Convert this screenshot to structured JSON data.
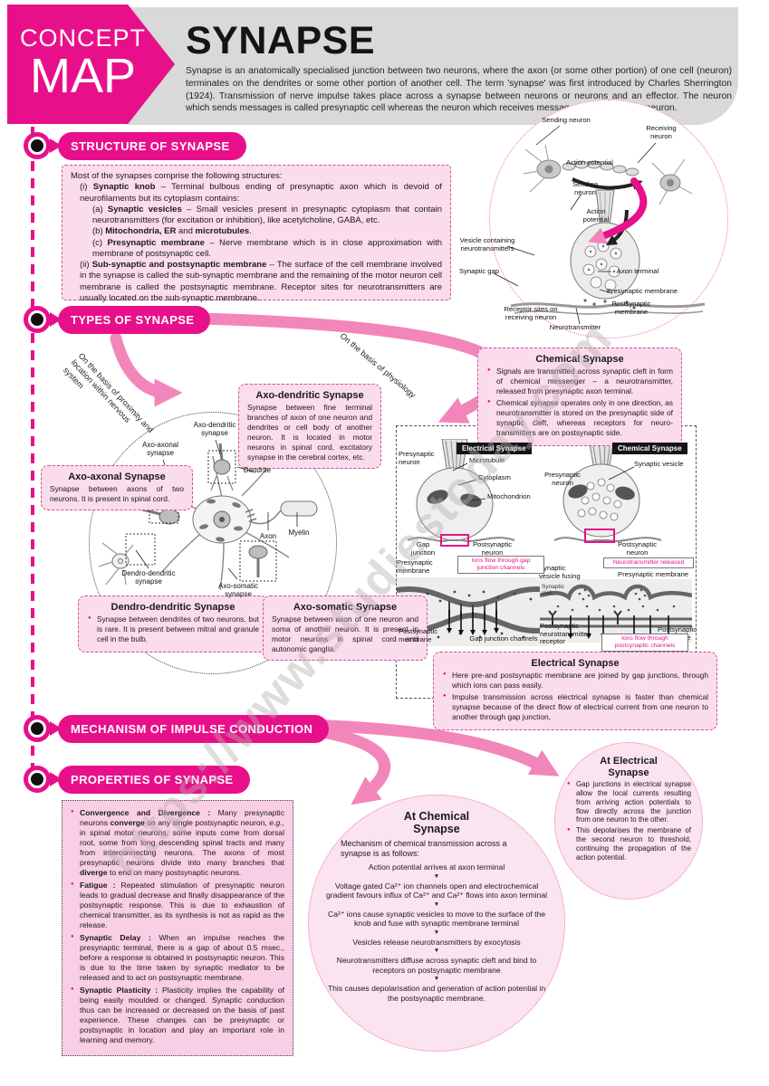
{
  "brand": {
    "line1": "CONCEPT",
    "line2": "MAP"
  },
  "header": {
    "title": "SYNAPSE",
    "intro": "Synapse is an anatomically specialised junction between two neurons, where the axon (or some other portion) of one cell (neuron) terminates on the dendrites or some other portion of another cell. The term 'synapse' was first introduced by Charles Sherrington (1924). Transmission of nerve impulse takes place across a synapse between neurons or neurons and an effector. The neuron which sends messages is called presynaptic cell whereas the neuron which receives messages is postsynaptic neuron."
  },
  "watermark": "https://www.studiestoday.com",
  "structure": {
    "heading": "STRUCTURE OF SYNAPSE",
    "lines": [
      {
        "segs": [
          "Most of the synapses comprise the following structures:"
        ]
      },
      {
        "cls": "ind1",
        "segs": [
          "(i) ",
          {
            "b": "Synaptic knob"
          },
          " – Terminal bulbous ending of presynaptic axon which is devoid of neurofilaments but its cytoplasm contains:"
        ]
      },
      {
        "cls": "ind2",
        "segs": [
          "(a)  ",
          {
            "b": "Synaptic vesicles"
          },
          " – Small vesicles present in presynaptic cytoplasm that contain neurotransmitters (for excitation or inhibition), like acetylcholine, GABA, etc."
        ]
      },
      {
        "cls": "ind2",
        "segs": [
          "(b)  ",
          {
            "b": "Mitochondria, ER"
          },
          " and ",
          {
            "b": "microtubules"
          },
          "."
        ]
      },
      {
        "cls": "ind2",
        "segs": [
          "(c)  ",
          {
            "b": "Presynaptic membrane"
          },
          " – Nerve membrane which is in close approximation with membrane of postsynaptic cell."
        ]
      },
      {
        "cls": "ind1",
        "segs": [
          "(ii) ",
          {
            "b": "Sub-synaptic and postsynaptic membrane"
          },
          " – The surface of the cell membrane involved in the synapse is called the sub-synaptic membrane and the remaining of the motor neuron cell membrane is called the postsynaptic membrane. Receptor sites for neurotransmitters are usually located on the sub-synaptic membrane."
        ]
      }
    ]
  },
  "overview": {
    "labels": {
      "sending1": "Sending neuron",
      "receiving": "Receiving neuron",
      "ap1": "Action potential",
      "sending2": "Sending neuron",
      "ap2": "Action potential",
      "vesicle": "Vesicle containing neurotransmitters",
      "gap": "Synaptic gap",
      "axterm": "Axon terminal",
      "prem": "Presynaptic membrane",
      "postm": "Postsynaptic membrane",
      "receptor": "Receptor sites on receiving neuron",
      "nt": "Neurotransmitter"
    }
  },
  "types": {
    "heading": "TYPES OF SYNAPSE",
    "arrow_label_left": "On the basis of proximity and location within nervous system",
    "arrow_label_right": "On the basis of physiology",
    "boxes": {
      "axo_dendritic": {
        "title": "Axo-dendritic Synapse",
        "body": "Synapse between fine terminal branches of axon of one neuron and dendrites or cell body of another neuron. It is located in motor neurons in spinal cord, excitatory synapse in the cerebral cortex, etc."
      },
      "axo_axonal": {
        "title": "Axo-axonal Synapse",
        "body": "Synapse between axons of two neurons. It is present in spinal cord."
      },
      "dendro_dendritic": {
        "title": "Dendro-dendritic Synapse",
        "body": "Synapse between dendrites of two neurons, but is rare. It is present between mitral and granule cell in the bulb."
      },
      "axo_somatic": {
        "title": "Axo-somatic Synapse",
        "body": "Synapse between axon of one neuron and soma of another neuron. It is present in motor neurons in spinal cord and autonomic ganglia."
      }
    },
    "diagram_labels": {
      "axodend": "Axo-dendritic synapse",
      "axoaxon": "Axo-axonal synapse",
      "dendrite": "Dendrite",
      "axon": "Axon",
      "myelin": "Myelin",
      "dendro": "Dendro-dendritic synapse",
      "axosoma": "Axo-somatic synapse"
    }
  },
  "chemical_box": {
    "title": "Chemical Synapse",
    "bullets": [
      "Signals are transmitted across synaptic cleft in form of chemical messenger – a neurotransmitter, released from presynaptic axon terminal.",
      "Chemical synapse operates only in one direction, as neurotransmitter is stored on the presynaptic side of synaptic cleft, whereas receptors for neuro-transmitters are on postsynaptic side."
    ]
  },
  "electrical_box": {
    "title": "Electrical Synapse",
    "bullets": [
      "Here pre-and postsynaptic membrane are joined by gap junctions, through which ions can pass easily.",
      "Impulse transmission across electrical synapse is faster than chemical synapse because of the direct flow of electrical current from one neuron to another through gap junction,"
    ]
  },
  "md": {
    "e_tag": "Electrical Synapse",
    "e": {
      "presyn": "Presynaptic neuron",
      "micro": "Microtubule",
      "cyto": "Cytoplasm",
      "mito": "Mitochondrion",
      "gapj": "Gap junction",
      "postn": "Postsynaptic neuron",
      "ions": "Ions flow through gap junction channels",
      "prem": "Presynaptic membrane",
      "postm": "Postsynaptic membrane",
      "gapc": "Gap junction channels"
    },
    "c_tag": "Chemical Synapse",
    "c": {
      "presyn": "Presynaptic neuron",
      "ves": "Synaptic vesicle",
      "postn": "Postsynaptic neuron",
      "fusing": "Synaptic vesicle fusing",
      "ntrel": "Neurotransmitter released",
      "prem": "Presynaptic membrane",
      "cleft": "Synaptic cleft",
      "rec": "Postsynaptic neurotransmitter receptor",
      "ions": "Ions flow through postsynaptic channels",
      "postm": "Postsynaptic membrane"
    }
  },
  "mechanism": {
    "heading": "MECHANISM OF IMPULSE CONDUCTION"
  },
  "properties": {
    "heading": "PROPERTIES OF SYNAPSE",
    "items": [
      {
        "segs": [
          {
            "b": "Convergence and Divergence : "
          },
          "Many presynaptic neurons ",
          {
            "b": "converge"
          },
          " on any single postsynaptic neuron, ",
          {
            "i": "e.g.,"
          },
          " in spinal motor neurons, some inputs come from dorsal root, some from long descending spinal tracts and many from interconnecting neurons. The axons of most presynaptic neurons divide into many branches that ",
          {
            "b": "diverge"
          },
          " to end on many postsynaptic neurons."
        ]
      },
      {
        "segs": [
          {
            "b": "Fatigue : "
          },
          "Repeated stimulation of presynaptic neuron leads to gradual decrease and finally disappearance of the postsynaptic response. This is due to exhaustion of chemical transmitter, as its synthesis is not as rapid as the release."
        ]
      },
      {
        "segs": [
          {
            "b": "Synaptic Delay : "
          },
          "When an impulse reaches the presynaptic terminal, there is a gap of about 0.5 msec., before a response is obtained in postsynaptic neuron. This is due to the time taken by synaptic mediator to be released and to act on postsynaptic membrane."
        ]
      },
      {
        "segs": [
          {
            "b": "Synaptic Plasticity : "
          },
          "Plasticity implies the capability of being easily moulded or changed. Synaptic conduction thus can be increased or decreased on the basis of past experience. These changes can be presynaptic or postsynaptic in location and play an important role in learning and memory."
        ]
      }
    ]
  },
  "chem_circle": {
    "title": "At Chemical Synapse",
    "intro": "Mechanism of chemical transmission across a synapse is as follows:",
    "steps": [
      "Action potential arrives at axon terminal",
      "Voltage gated Ca²⁺ ion channels open and electrochemical gradient favours influx of Ca²⁺ and Ca²⁺ flows into axon terminal",
      "Ca²⁺ ions cause synaptic vesicles to move to the surface of the knob and fuse with synaptic membrane terminal",
      "Vesicles release neurotransmitters by exocytosis",
      "Neurotransmitters diffuse across synaptic cleft and bind to receptors on postsynaptic membrane",
      "This causes depolarisation and generation of action potential in the postsynaptic membrane."
    ]
  },
  "elec_circle": {
    "title": "At Electrical Synapse",
    "bullets": [
      "Gap junctions in electrical synapse allow the local currents resulting from arriving action potentials to flow directly across the junction from one neuron to the other.",
      "This depolarises the membrane of the second neuron to threshold, continuing the propagation of the action potential."
    ]
  }
}
